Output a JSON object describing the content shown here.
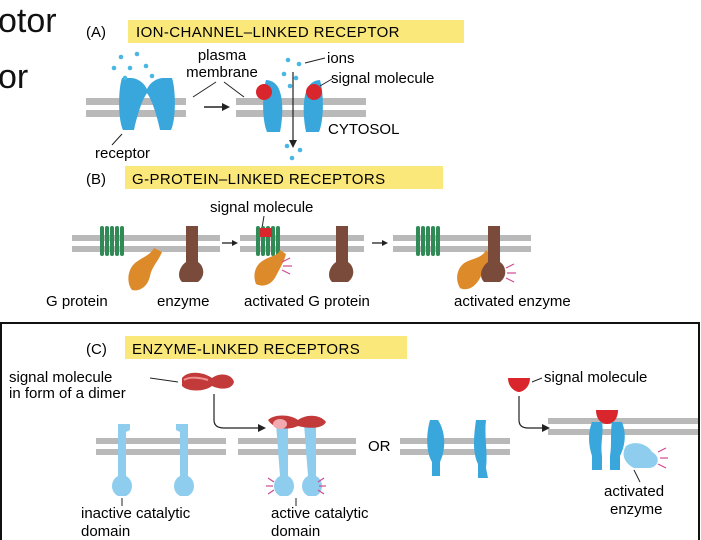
{
  "fragments": {
    "top": "otor",
    "second": "or"
  },
  "panel_a": {
    "letter": "(A)",
    "title": "ION-CHANNEL–LINKED RECEPTOR",
    "labels": {
      "plasma_membrane_1": "plasma",
      "plasma_membrane_2": "membrane",
      "ions": "ions",
      "signal_molecule": "signal molecule",
      "receptor": "receptor",
      "cytosol": "CYTOSOL"
    }
  },
  "panel_b": {
    "letter": "(B)",
    "title": "G-PROTEIN–LINKED RECEPTORS",
    "labels": {
      "signal_molecule": "signal molecule",
      "g_protein": "G protein",
      "enzyme": "enzyme",
      "activated_g_protein": "activated G protein",
      "activated_enzyme": "activated enzyme"
    }
  },
  "panel_c": {
    "letter": "(C)",
    "title": "ENZYME-LINKED RECEPTORS",
    "labels": {
      "signal_dimer_1": "signal molecule",
      "signal_dimer_2": "in form of a dimer",
      "signal_molecule_right": "signal molecule",
      "or": "OR",
      "inactive_1": "inactive catalytic",
      "inactive_2": "domain",
      "active_1": "active catalytic",
      "active_2": "domain",
      "activated_enzyme_1": "activated",
      "activated_enzyme_2": "enzyme"
    }
  },
  "colors": {
    "title_highlight": "#fbe87a",
    "membrane": "#b9b9b9",
    "receptor_blue": "#3aa7dc",
    "receptor_light_blue": "#8fcdef",
    "signal_red": "#d9262c",
    "ion_dot": "#49b6e3",
    "g_receptor_green": "#2f8a55",
    "g_protein_orange": "#dd8a2a",
    "enzyme_brown": "#7a4a3a",
    "activation_pink": "#d04a92",
    "active_pink_light": "#f2a9b0"
  }
}
